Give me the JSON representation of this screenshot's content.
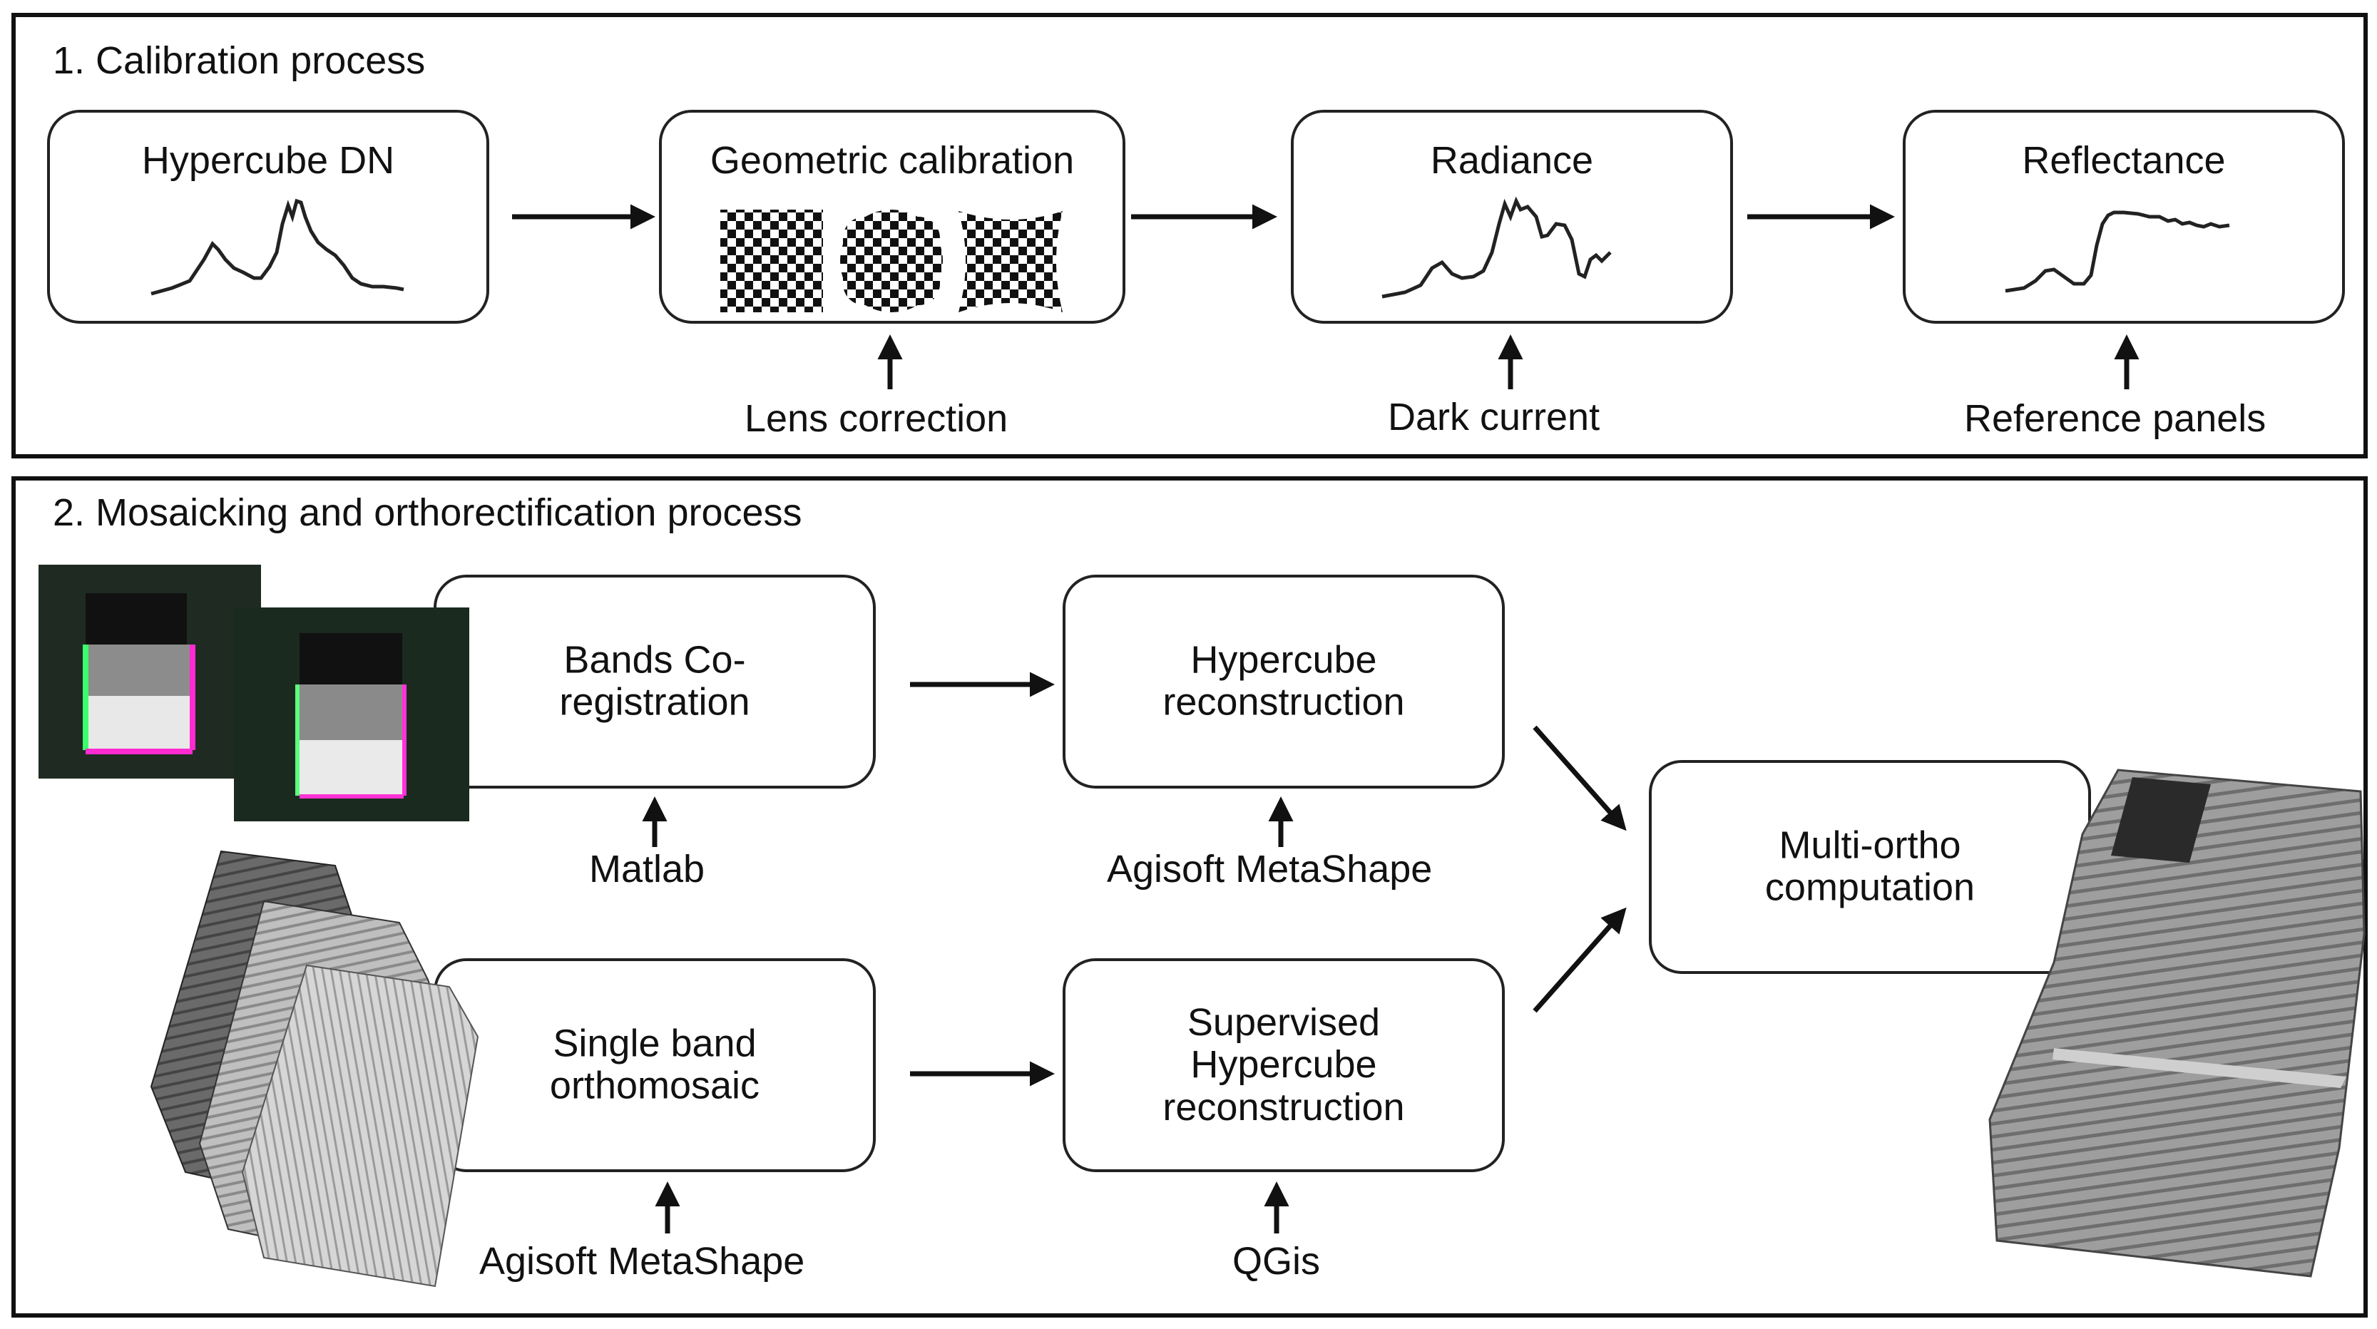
{
  "calibration": {
    "title": "1. Calibration process",
    "steps": [
      {
        "label": "Hypercube DN"
      },
      {
        "label": "Geometric calibration"
      },
      {
        "label": "Radiance"
      },
      {
        "label": "Reflectance"
      }
    ],
    "inputs": {
      "lens": "Lens correction",
      "dark": "Dark current",
      "panels": "Reference panels"
    }
  },
  "mosaic": {
    "title": "2. Mosaicking and orthorectification process",
    "bands": {
      "line1": "Bands Co-",
      "line2": "registration"
    },
    "hypercube": {
      "line1": "Hypercube",
      "line2": "reconstruction"
    },
    "single": {
      "line1": "Single band",
      "line2": "orthomosaic"
    },
    "supervised": {
      "line1": "Supervised",
      "line2": "Hypercube",
      "line3": "reconstruction"
    },
    "multi": {
      "line1": "Multi-ortho",
      "line2": "computation"
    },
    "tools": {
      "matlab": "Matlab",
      "metashape_top": "Agisoft MetaShape",
      "metashape_bottom": "Agisoft MetaShape",
      "qgis": "QGis"
    }
  }
}
